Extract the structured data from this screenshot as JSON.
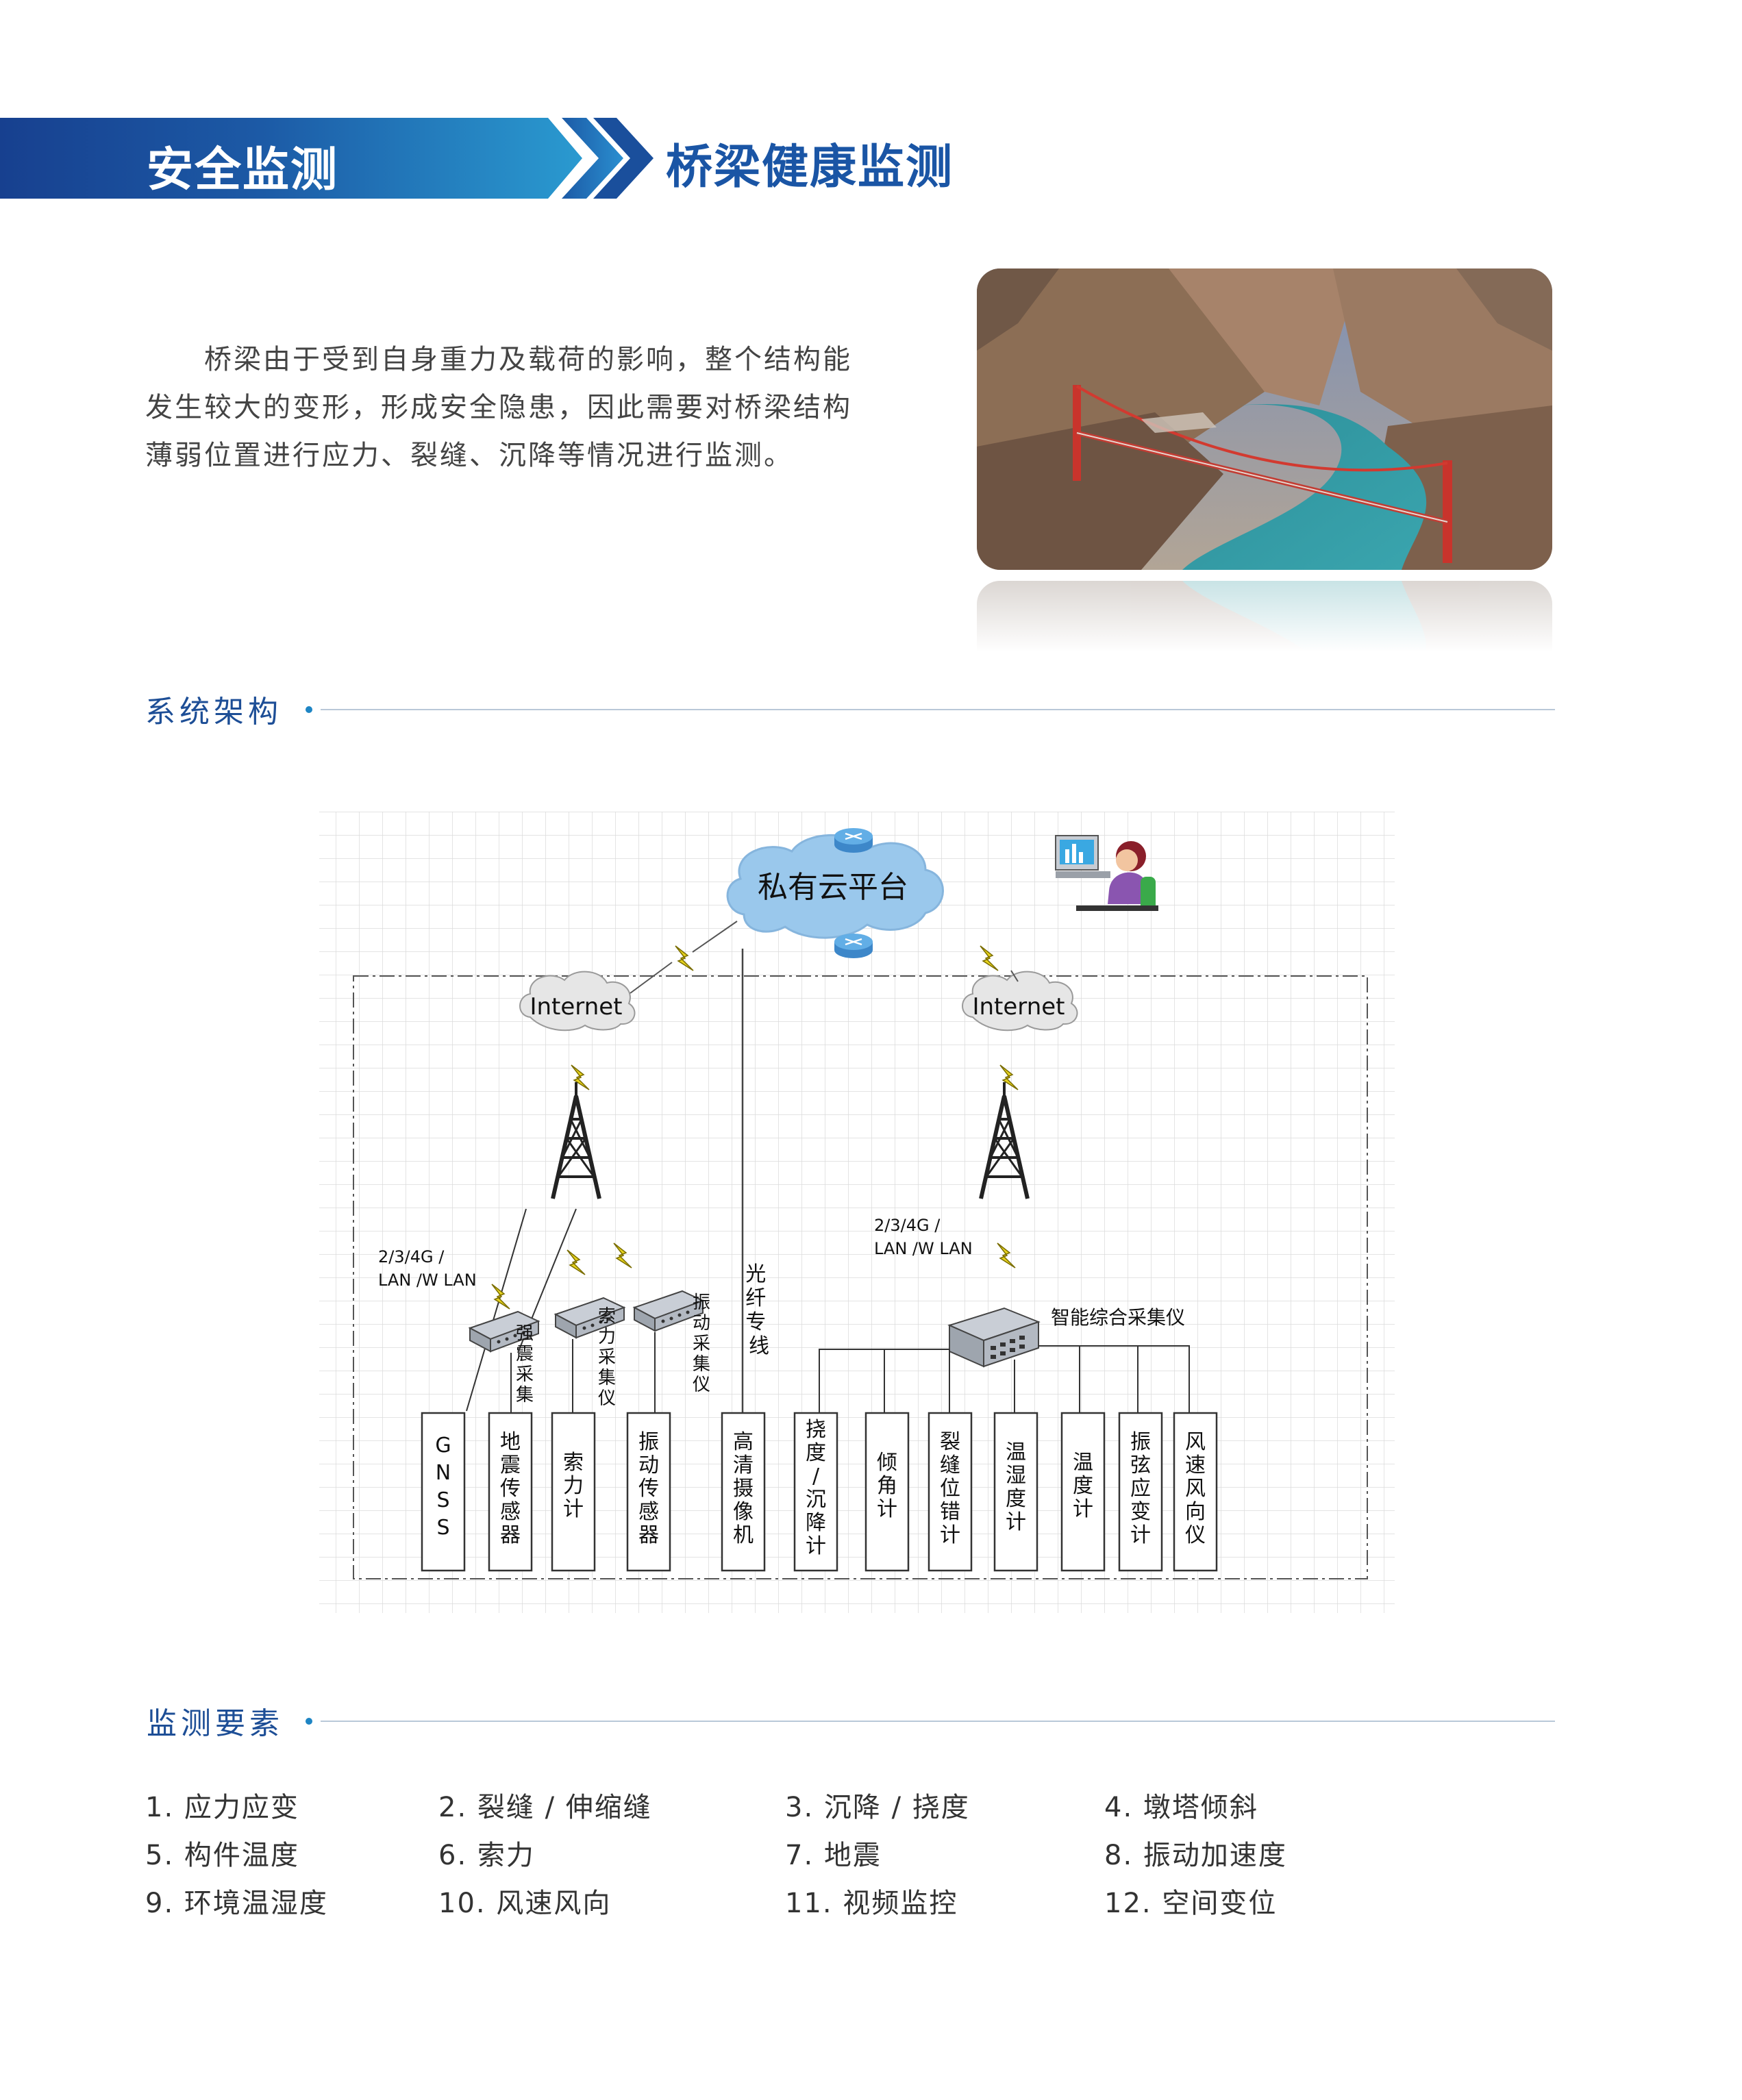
{
  "header": {
    "category": "安全监测",
    "title": "桥梁健康监测"
  },
  "intro": {
    "lines": [
      "桥梁由于受到自身重力及载荷的影响，整个结构能",
      "发生较大的变形，形成安全隐患，因此需要对桥梁结构",
      "薄弱位置进行应力、裂缝、沉降等情况进行监测。"
    ]
  },
  "sections": {
    "architecture": "系统架构",
    "elements": "监测要素"
  },
  "diagram": {
    "cloud_label": "私有云平台",
    "internet_left": "Internet",
    "internet_right": "Internet",
    "network_left": [
      "2/3/4G /",
      "LAN /W LAN"
    ],
    "network_right": [
      "2/3/4G /",
      "LAN /W LAN"
    ],
    "fiber": "光纤专线",
    "collectors": {
      "seismic": "强震采集",
      "cable": "索力采集仪",
      "vibration": "振动采集仪",
      "smart": "智能综合采集仪"
    },
    "sensors": {
      "gnss": "GNSS",
      "seismic_sensor": "地震传感器",
      "cable_meter": "索力计",
      "vibration_sensor": "振动传感器",
      "camera": "高清摄像机",
      "deflection": "挠度/沉降计",
      "inclinometer": "倾角计",
      "crack": "裂缝位错计",
      "humidity": "温湿度计",
      "temperature": "温度计",
      "strain": "振弦应变计",
      "wind": "风速风向仪"
    }
  },
  "elements": [
    [
      "1. 应力应变",
      "2. 裂缝 / 伸缩缝",
      "3. 沉降 / 挠度",
      "4. 墩塔倾斜"
    ],
    [
      "5. 构件温度",
      "6. 索力",
      "7. 地震",
      "8. 振动加速度"
    ],
    [
      "9. 环境温湿度",
      "10. 风速风向",
      "11. 视频监控",
      "12. 空间变位"
    ]
  ]
}
